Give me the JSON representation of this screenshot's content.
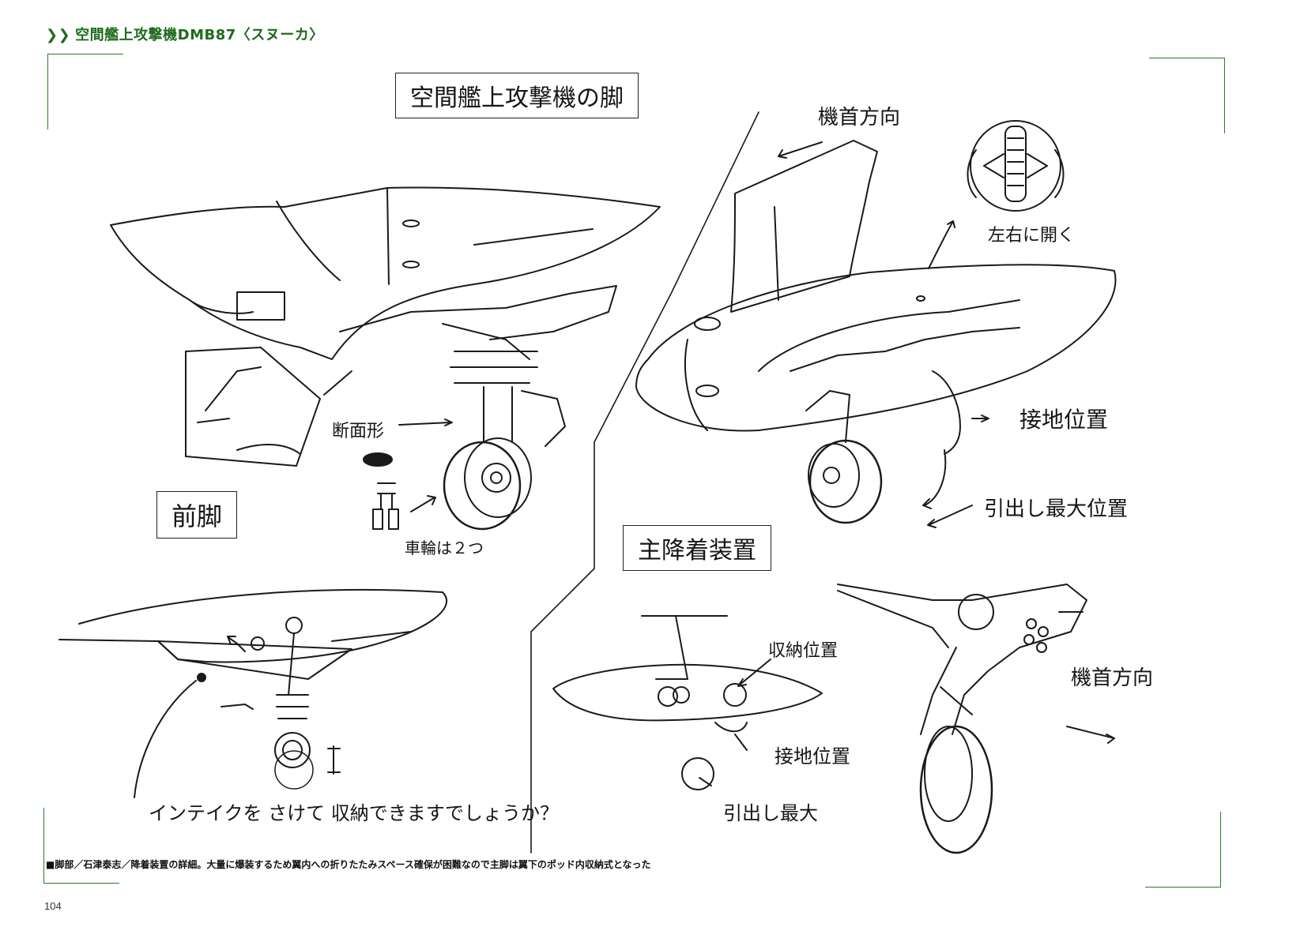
{
  "header": {
    "chevrons": "❯❯",
    "title": "空間艦上攻撃機DMB87〈スヌーカ〉"
  },
  "labels": {
    "main_title": "空間艦上攻撃機の脚",
    "nose_direction_1": "機首方向",
    "opens_left_right": "左右に開く",
    "cross_section": "断面形",
    "front_leg": "前脚",
    "two_wheels": "車輪は２つ",
    "ground_position_1": "接地位置",
    "max_extend_1": "引出し最大位置",
    "main_gear": "主降着装置",
    "stowed_position": "収納位置",
    "nose_direction_2": "機首方向",
    "ground_position_2": "接地位置",
    "max_extend_2": "引出し最大",
    "intake_question": "インテイクを さけて 収納できますでしょうか？"
  },
  "caption": "■脚部／石津泰志／降着装置の詳細。大量に爆装するため翼内への折りたたみスペース確保が困難なので主脚は翼下のポッド内収納式となった",
  "page_number": "104",
  "colors": {
    "accent": "#1e6b1e",
    "ink": "#151515"
  }
}
